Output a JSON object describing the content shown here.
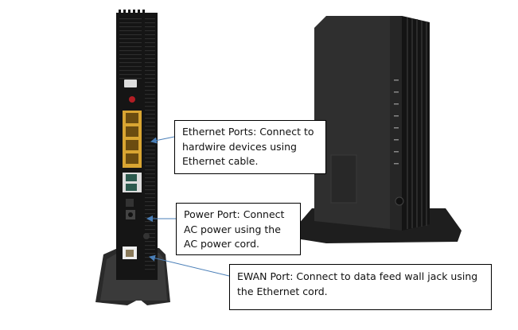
{
  "callouts": {
    "ethernet": "Ethernet Ports: Connect to hardwire devices using Ethernet cable.",
    "power": "Power Port: Connect AC power using the AC power cord.",
    "ewan": "EWAN Port: Connect to data feed wall jack using the Ethernet cord."
  },
  "colors": {
    "router_body": "#1a1a1a",
    "ethernet_ports": "#d9a532",
    "arrow": "#4a7fb8"
  }
}
